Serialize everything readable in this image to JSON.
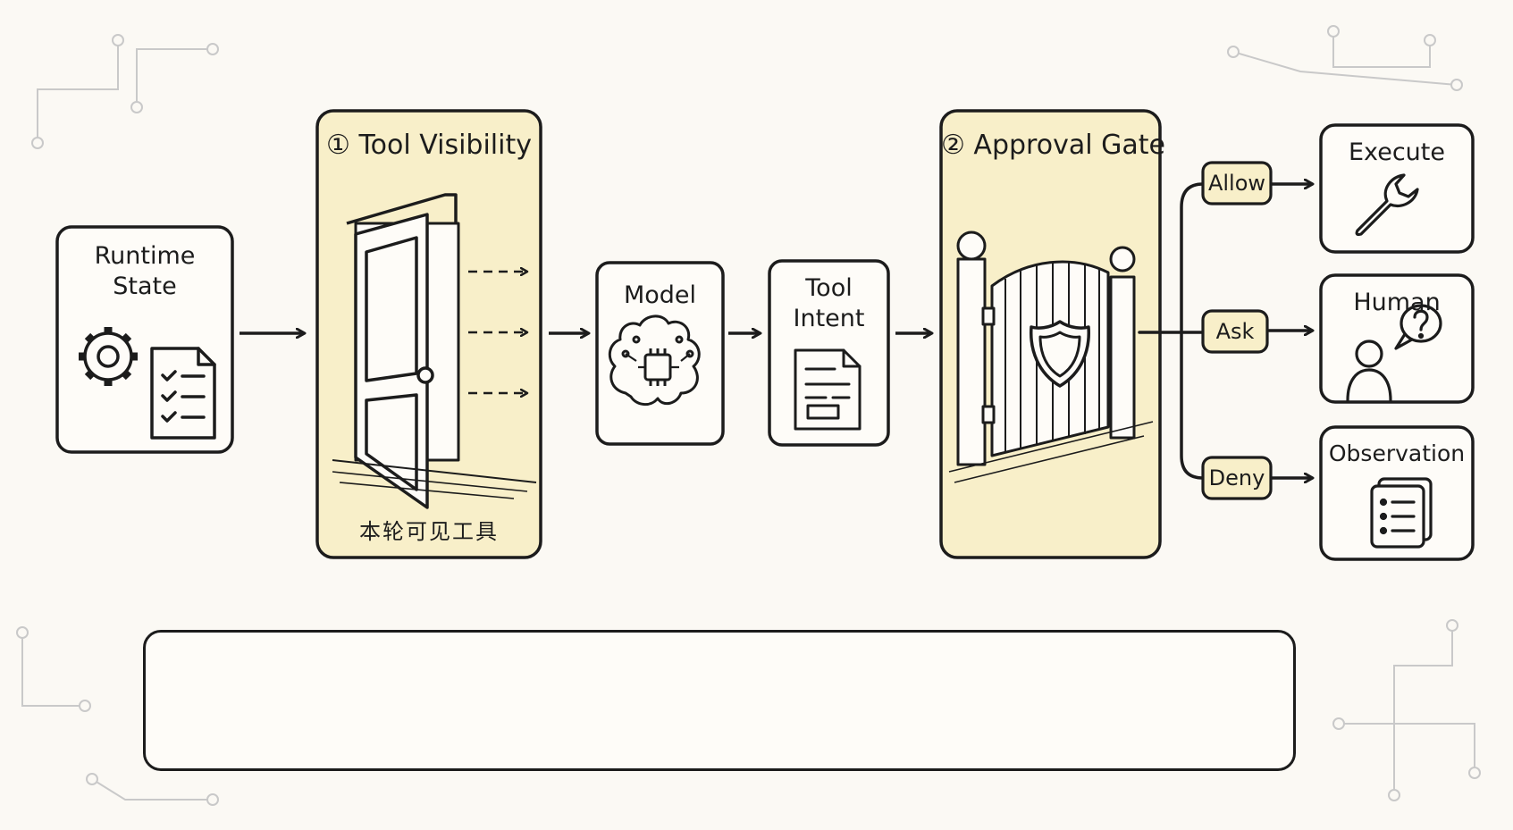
{
  "nodes": {
    "runtime_state": {
      "line1": "Runtime",
      "line2": "State"
    },
    "model": {
      "label": "Model"
    },
    "tool_intent": {
      "line1": "Tool",
      "line2": "Intent"
    },
    "execute": {
      "label": "Execute"
    },
    "human": {
      "label": "Human"
    },
    "observation": {
      "label": "Observation"
    }
  },
  "panels": {
    "tool_visibility": {
      "title": "① Tool Visibility",
      "caption": "本轮可见工具"
    },
    "approval_gate": {
      "title": "② Approval Gate"
    }
  },
  "decisions": {
    "allow": "Allow",
    "ask": "Ask",
    "deny": "Deny"
  },
  "icons": {
    "runtime_state": [
      "gear-icon",
      "checklist-icon"
    ],
    "tool_visibility": "open-door-icon",
    "model": "brain-chip-icon",
    "tool_intent": "document-icon",
    "approval_gate": "shield-gate-icon",
    "execute": "wrench-icon",
    "human": "person-question-icon",
    "observation": "list-document-icon"
  },
  "colors": {
    "ink": "#1c1c1c",
    "panel_fill": "#f8efc9",
    "background": "#fbf9f4",
    "decoration": "#c9c9c9"
  }
}
